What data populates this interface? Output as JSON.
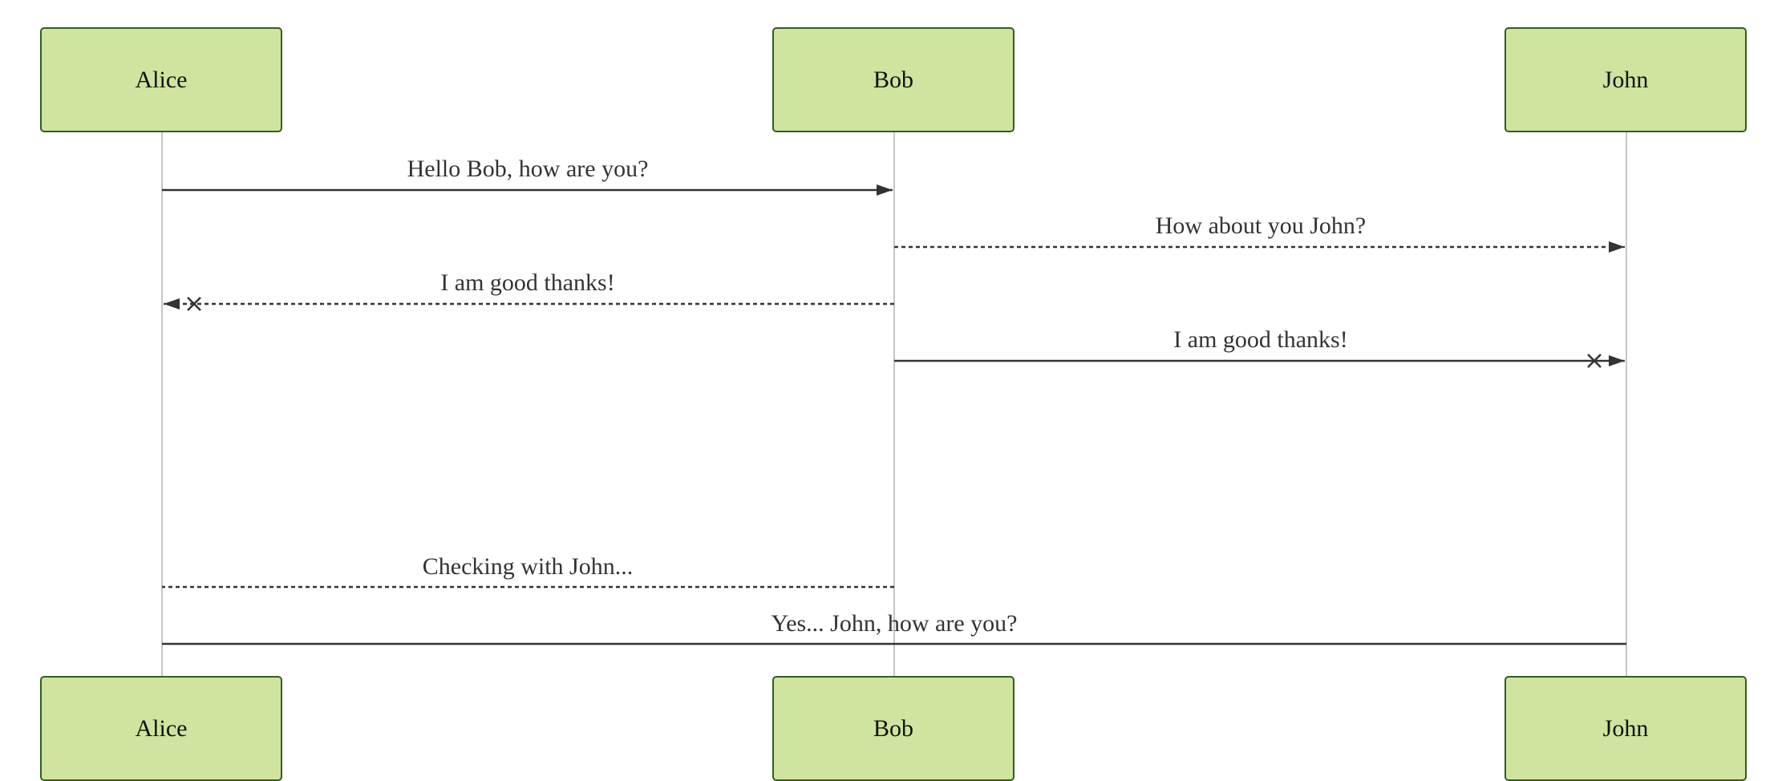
{
  "actors": [
    {
      "id": "alice",
      "label": "Alice"
    },
    {
      "id": "bob",
      "label": "Bob"
    },
    {
      "id": "john",
      "label": "John"
    }
  ],
  "messages": [
    {
      "id": "m1",
      "from": "alice",
      "to": "bob",
      "text": "Hello Bob, how are you?",
      "line": "solid",
      "head": "arrow",
      "tail": "none"
    },
    {
      "id": "m2",
      "from": "bob",
      "to": "john",
      "text": "How about you John?",
      "line": "dotted",
      "head": "arrow",
      "tail": "none"
    },
    {
      "id": "m3",
      "from": "bob",
      "to": "alice",
      "text": "I am good thanks!",
      "line": "dotted",
      "head": "arrow-cross",
      "tail": "none"
    },
    {
      "id": "m4",
      "from": "bob",
      "to": "john",
      "text": "I am good thanks!",
      "line": "solid",
      "head": "arrow-cross",
      "tail": "none"
    },
    {
      "id": "m5",
      "from": "bob",
      "to": "alice",
      "text": "Checking with John...",
      "line": "dotted",
      "head": "none",
      "tail": "none"
    },
    {
      "id": "m6",
      "from": "alice",
      "to": "john",
      "text": "Yes... John, how are you?",
      "line": "solid",
      "head": "none",
      "tail": "none"
    }
  ],
  "colors": {
    "actor_fill": "#cfe49e",
    "actor_border": "#2f5f23",
    "lifeline": "#b3b3b3",
    "message_line": "#333333"
  }
}
